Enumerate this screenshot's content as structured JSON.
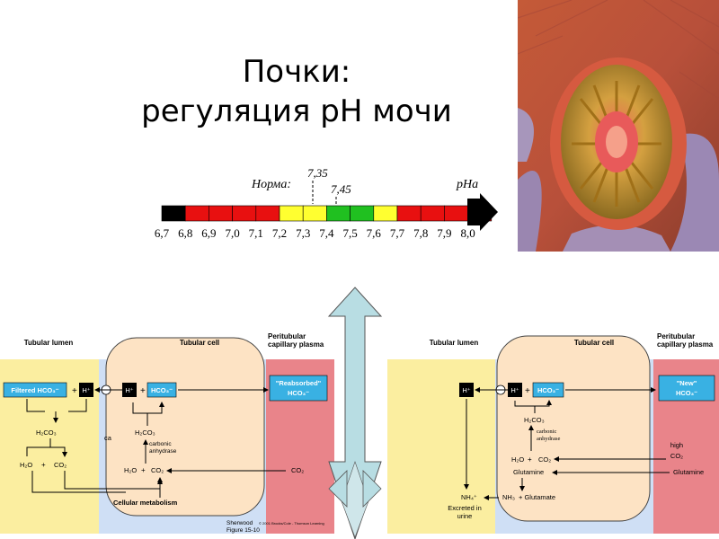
{
  "title": {
    "line1": "Почки:",
    "line2": "регуляция pH мочи"
  },
  "ph_scale": {
    "norm_label": "Норма:",
    "axis_label": "pHa",
    "lower_normal": "7,35",
    "upper_normal": "7,45",
    "ticks": [
      "6,7",
      "6,8",
      "6,9",
      "7,0",
      "7,1",
      "7,2",
      "7,3",
      "7,4",
      "7,5",
      "7,6",
      "7,7",
      "7,8",
      "7,9",
      "8,0"
    ],
    "segment_colors": [
      "#000000",
      "#e81010",
      "#e81010",
      "#e81010",
      "#e81010",
      "#ffff30",
      "#ffff30",
      "#20c020",
      "#20c020",
      "#ffff30",
      "#e81010",
      "#e81010",
      "#e81010",
      "#e81010"
    ]
  },
  "left_panel": {
    "col_lumen": "Tubular lumen",
    "col_cell": "Tubular cell",
    "col_plasma_1": "Peritubular",
    "col_plasma_2": "capillary plasma",
    "filtered_hco3": "Filtered HCO₃⁻",
    "h_lumen": "H⁺",
    "plus": "+",
    "h_cell": "H⁺",
    "hco3_cell": "HCO₃⁻",
    "reabsorbed_1": "\"Reabsorbed\"",
    "reabsorbed_2": "HCO₃⁻",
    "h2co3_lumen": "H₂CO₃",
    "ca": "ca",
    "h2co3_cell": "H₂CO₃",
    "carbonic_1": "carbonic",
    "carbonic_2": "anhydrase",
    "h2o_lumen": "H₂O",
    "co2_lumen": "CO₂",
    "h2o_cell": "H₂O",
    "co2_cell": "CO₂",
    "co2_plasma": "CO₂",
    "metabolism": "Cellular metabolism",
    "caption_1": "Sherwood",
    "caption_2": "Figure 15-10",
    "copyright": "© 2001 Brooks/Cole - Thomson Learning"
  },
  "right_panel": {
    "col_lumen": "Tubular lumen",
    "col_cell": "Tubular cell",
    "col_plasma_1": "Peritubular",
    "col_plasma_2": "capillary plasma",
    "h_lumen": "H⁺",
    "h_cell": "H⁺",
    "plus": "+",
    "hco3_cell": "HCO₃⁻",
    "new_1": "\"New\"",
    "new_2": "HCO₃⁻",
    "h2co3": "H₂CO₃",
    "carbonic_1": "carbonic",
    "carbonic_2": "anhydrase",
    "h2o": "H₂O",
    "co2_cell": "CO₂",
    "high": "high",
    "co2_plasma": "CO₂",
    "glutamine_cell": "Glutamine",
    "glutamine_plasma": "Glutamine",
    "nh4": "NH₄⁺",
    "nh3": "NH₃",
    "glutamate": "+ Glutamate",
    "excreted_1": "Excreted in",
    "excreted_2": "urine"
  },
  "colors": {
    "lumen": "#fbeea0",
    "cell_area": "#cfdff5",
    "cell_body": "#fde3c4",
    "plasma": "#e9848a",
    "box": "#39b1e3",
    "arrow_fill": "#b8dde3"
  }
}
